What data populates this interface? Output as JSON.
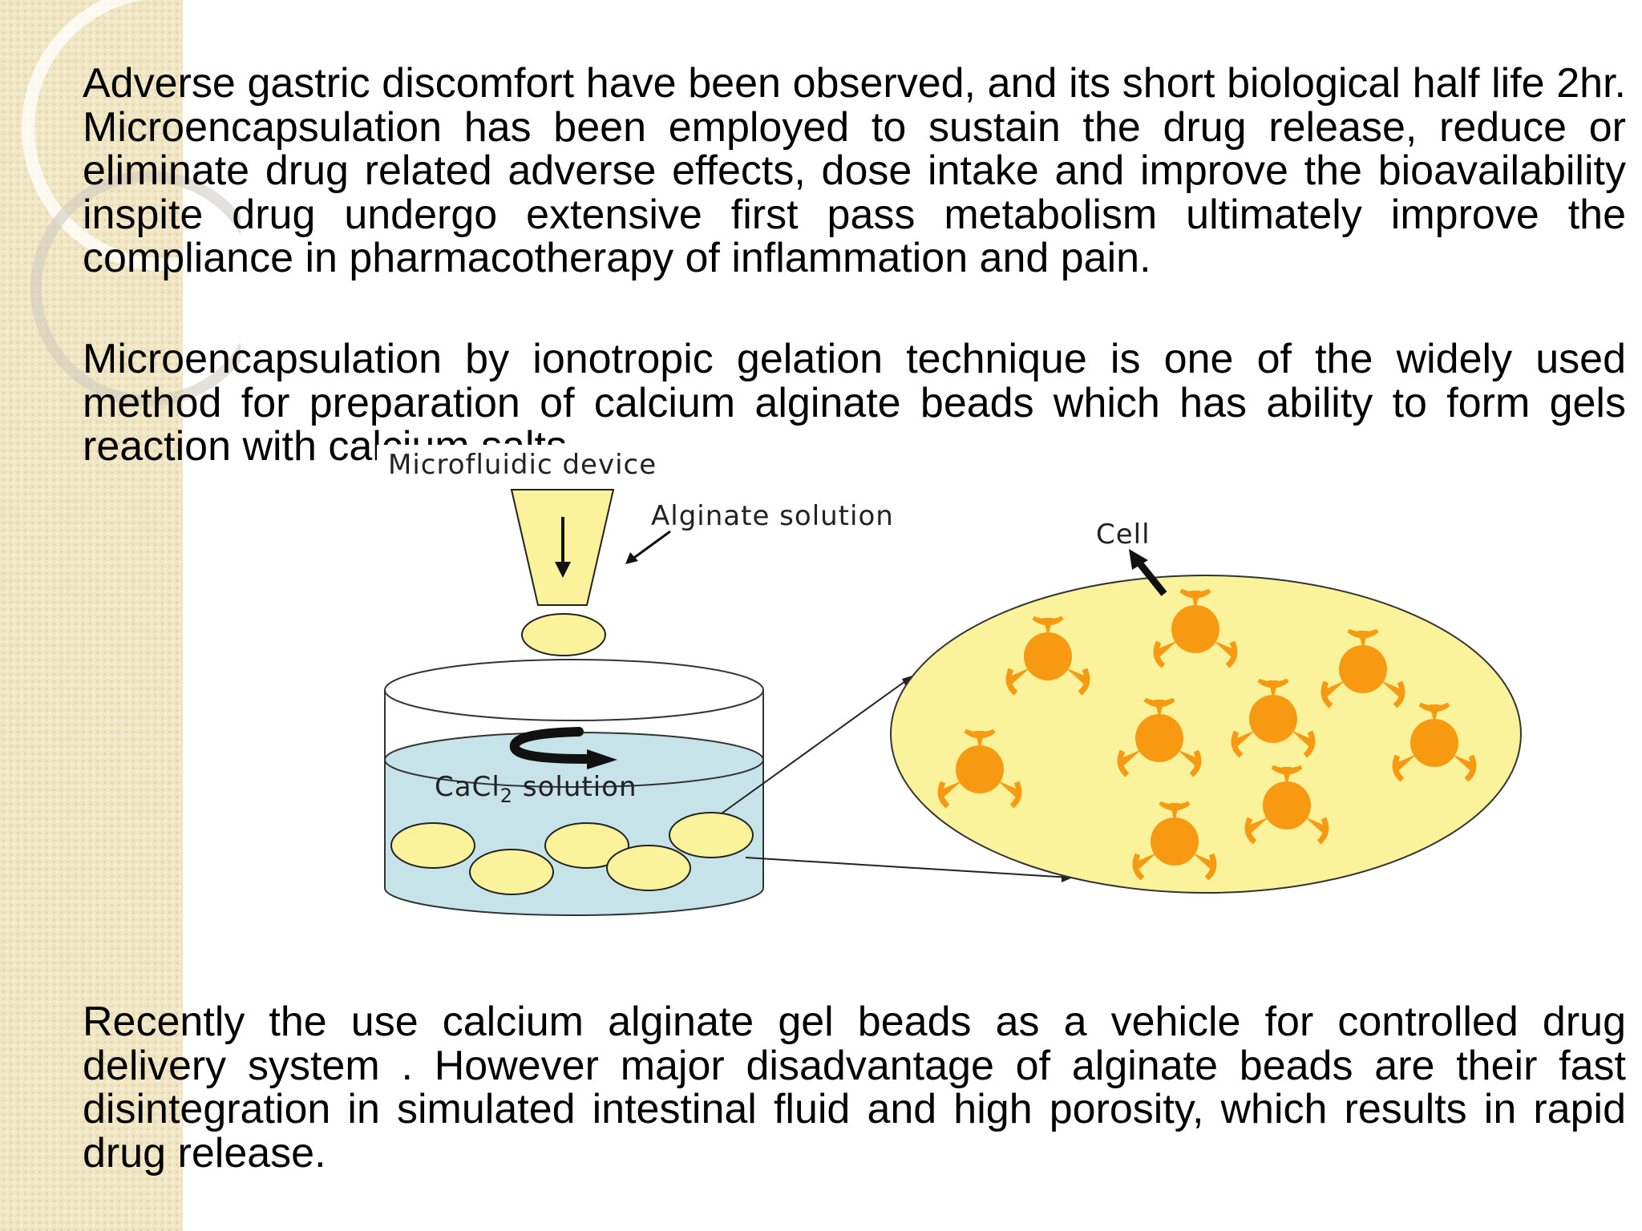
{
  "paragraphs": {
    "p1": "Adverse gastric discomfort have been observed, and its short biological half life 2hr. Microencapsulation has been employed to sustain the drug release, reduce or eliminate drug related adverse effects, dose intake and improve the bioavailability inspite drug undergo extensive first pass metabolism ultimately improve the compliance in pharmacotherapy of inflammation and pain.",
    "p2": "Microencapsulation by ionotropic gelation technique is one of the widely used method for preparation of calcium alginate beads which has ability to form gels reaction with calcium salts.",
    "p3": "Recently the use calcium alginate gel beads as a vehicle for controlled drug delivery system . However major disadvantage of alginate beads are their fast disintegration in simulated intestinal fluid and high porosity,  which results in rapid drug release."
  },
  "diagram": {
    "device_label": "Microfluidic device",
    "alginate_label": "Alginate solution",
    "cell_label": "Cell",
    "solution_label": "CaCl",
    "solution_subscript": "2",
    "solution_suffix": " solution"
  },
  "colors": {
    "bead_fill": "#fbf39c",
    "liquid_fill": "#c6e3ea",
    "cell_fill": "#f79a12",
    "strip": "#f1e6c4"
  }
}
